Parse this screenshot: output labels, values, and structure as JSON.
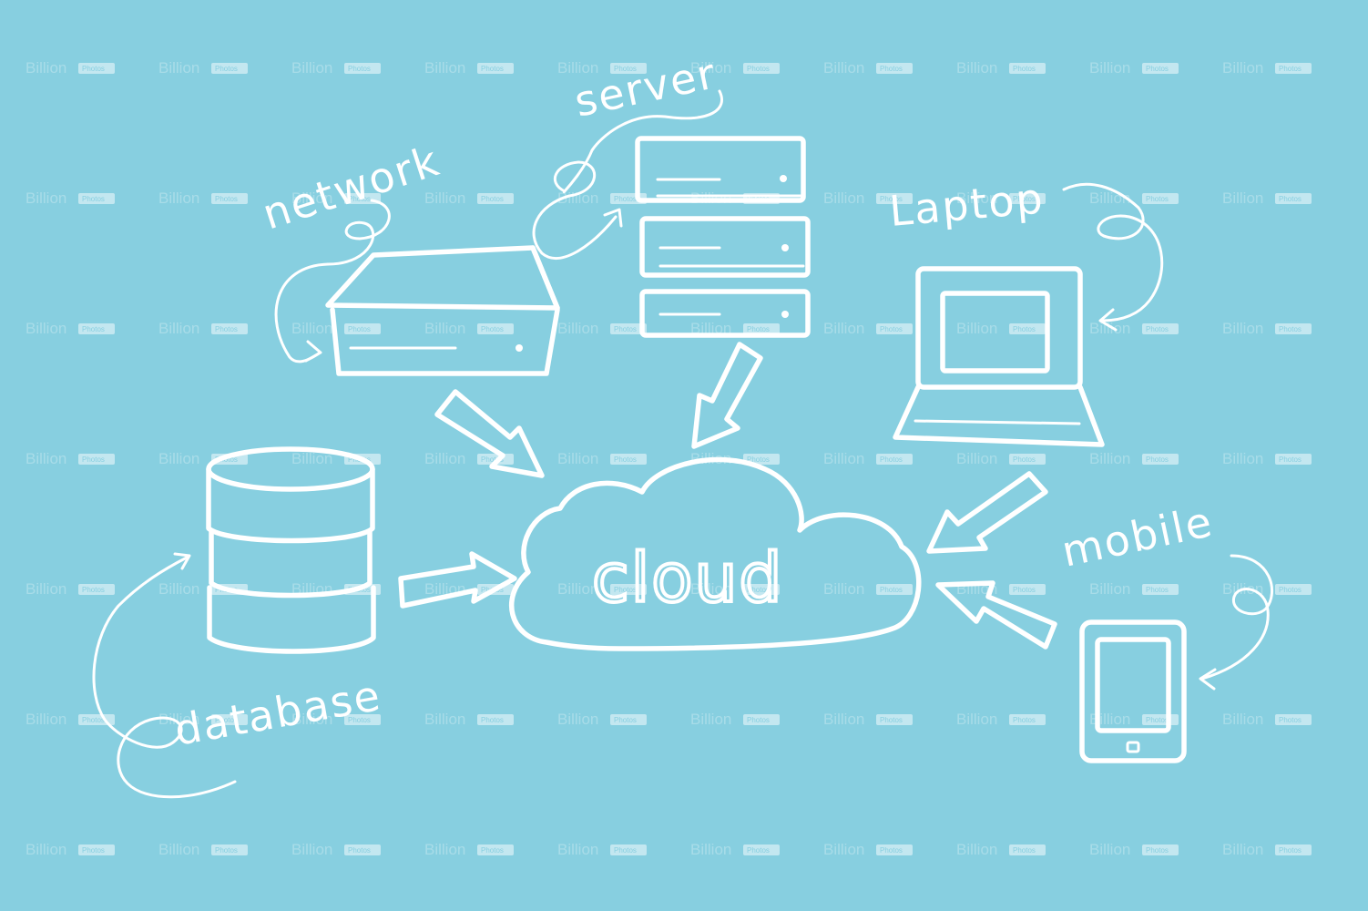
{
  "diagram": {
    "center_label": "cloud",
    "nodes": {
      "network": "network",
      "server": "server",
      "laptop": "Laptop",
      "database": "database",
      "mobile": "mobile"
    }
  },
  "watermark": {
    "name": "Billion",
    "badge": "Photos"
  },
  "colors": {
    "background": "#87cfe0",
    "ink": "#ffffff"
  }
}
